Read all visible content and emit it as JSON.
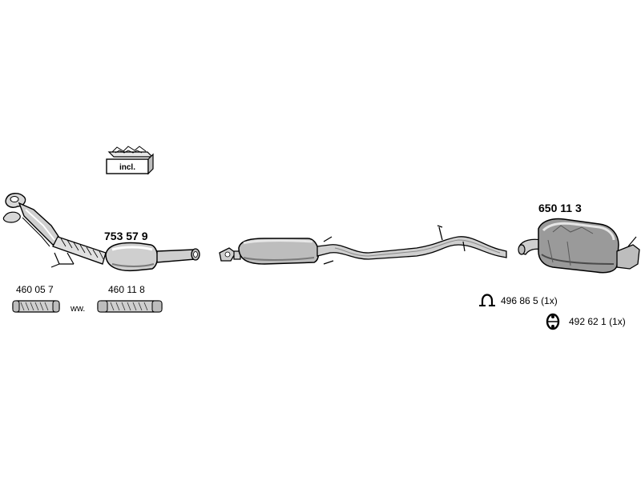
{
  "parts": {
    "catalytic_converter": {
      "number": "753 57 9",
      "kit_label": "incl."
    },
    "rear_silencer": {
      "number": "650 11 3"
    },
    "flex_pipe_a": {
      "number": "460 05 7"
    },
    "flex_pipe_b": {
      "number": "460 11 8"
    },
    "alternative_label": "ww."
  },
  "accessories": [
    {
      "number": "496 86 5",
      "qty": "(1x)",
      "icon": "clamp-icon"
    },
    {
      "number": "492 62 1",
      "qty": "(1x)",
      "icon": "rubber-mount-icon"
    }
  ],
  "colors": {
    "part_fill": "#c9c9c9",
    "part_dark": "#6e6e6e",
    "outline": "#000000"
  }
}
